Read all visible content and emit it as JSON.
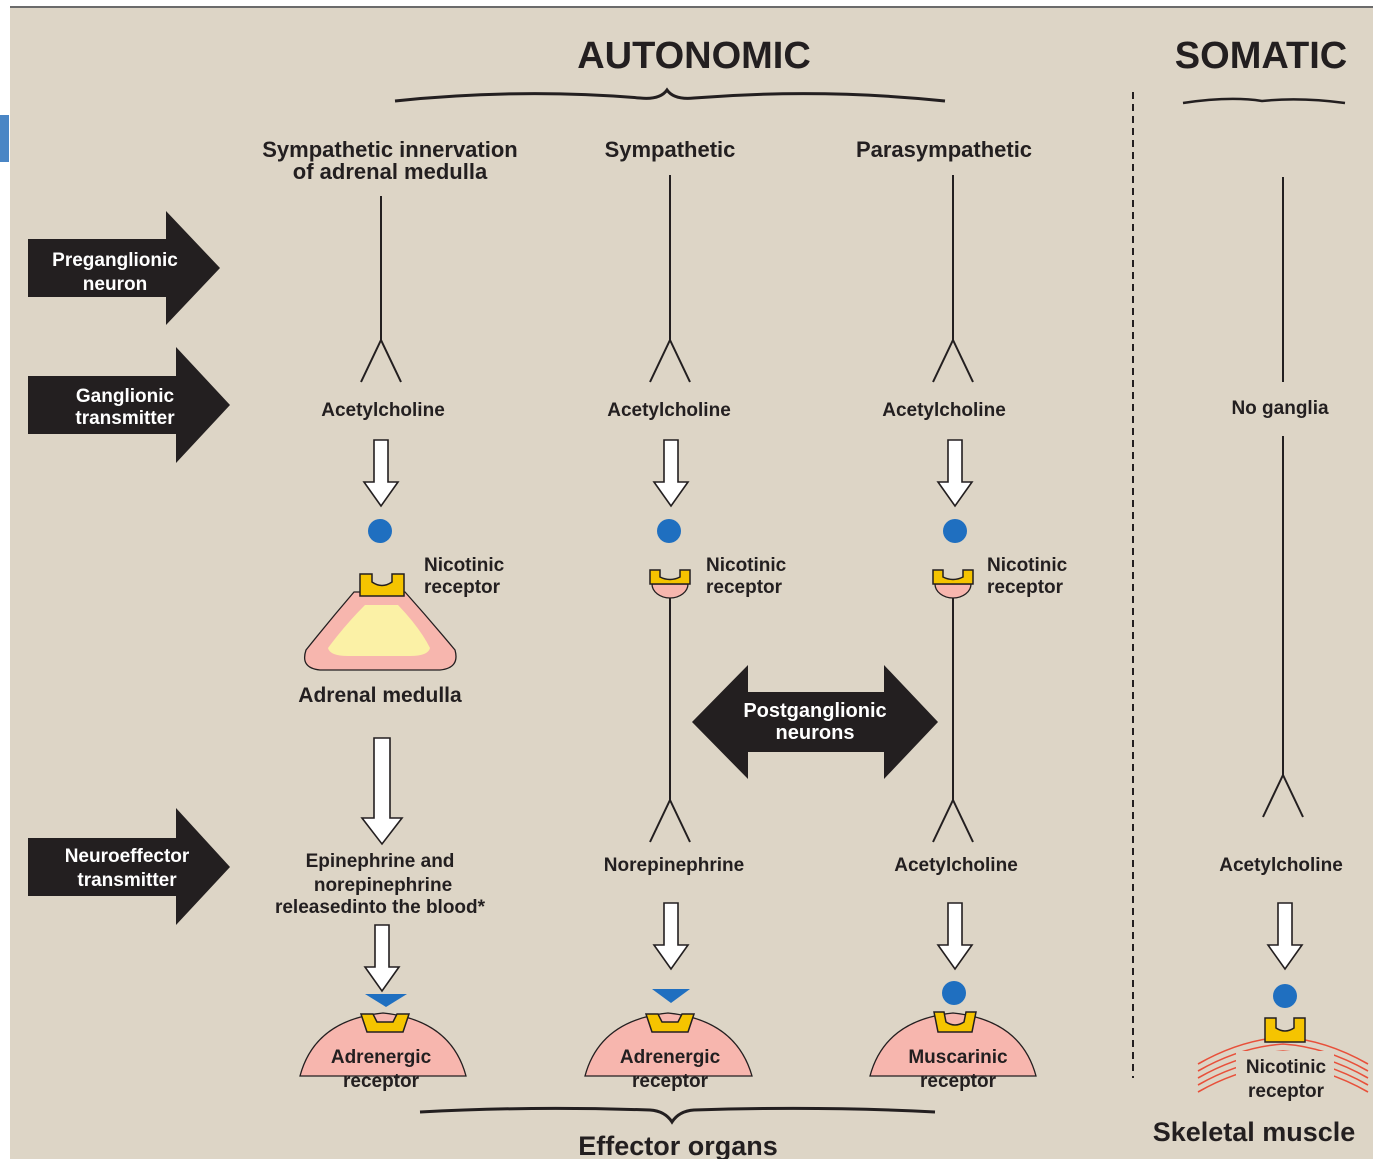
{
  "colors": {
    "background": "#ddd5c6",
    "ink": "#231f20",
    "receptor": "#f5c400",
    "cell": "#f7b6ae",
    "medulla_core": "#fbf1a6",
    "transmitter_dot": "#1f6fc0",
    "muscle_lines": "#e8503a",
    "corner_tab": "#4a86c5"
  },
  "headers": {
    "autonomic": "AUTONOMIC",
    "somatic": "SOMATIC"
  },
  "columns": {
    "adrenal": {
      "title_line1": "Sympathetic innervation",
      "title_line2": "of adrenal medulla"
    },
    "sympathetic": {
      "title": "Sympathetic"
    },
    "parasympathetic": {
      "title": "Parasympathetic"
    }
  },
  "side_arrows": {
    "preganglionic": {
      "line1": "Preganglionic",
      "line2": "neuron"
    },
    "ganglionic": {
      "line1": "Ganglionic",
      "line2": "transmitter"
    },
    "neuroeffector": {
      "line1": "Neuroeffector",
      "line2": "transmitter"
    }
  },
  "ganglionic_transmitters": {
    "adrenal": "Acetylcholine",
    "sympathetic": "Acetylcholine",
    "parasympathetic": "Acetylcholine",
    "somatic": "No ganglia"
  },
  "ganglionic_receptors": {
    "adrenal": {
      "line1": "Nicotinic",
      "line2": "receptor"
    },
    "sympathetic": {
      "line1": "Nicotinic",
      "line2": "receptor"
    },
    "parasympathetic": {
      "line1": "Nicotinic",
      "line2": "receptor"
    }
  },
  "adrenal_medulla": "Adrenal medulla",
  "postganglionic": {
    "line1": "Postganglionic",
    "line2": "neurons"
  },
  "neuroeffector_transmitters": {
    "adrenal": {
      "line1": "Epinephrine and",
      "line2": "norepinephrine",
      "line3": "releasedinto the blood*"
    },
    "sympathetic": "Norepinephrine",
    "parasympathetic": "Acetylcholine",
    "somatic": "Acetylcholine"
  },
  "effector_receptors": {
    "adrenal": {
      "line1": "Adrenergic",
      "line2": "receptor"
    },
    "sympathetic": {
      "line1": "Adrenergic",
      "line2": "receptor"
    },
    "parasympathetic": {
      "line1": "Muscarinic",
      "line2": "receptor"
    },
    "somatic": {
      "line1": "Nicotinic",
      "line2": "receptor"
    }
  },
  "footers": {
    "effector_organs": "Effector organs",
    "skeletal_muscle": "Skeletal muscle"
  }
}
